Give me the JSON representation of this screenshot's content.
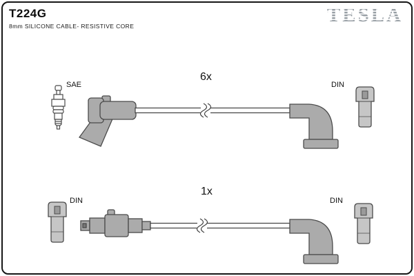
{
  "header": {
    "part_number": "T224G",
    "subtitle": "8mm SILICONE CABLE- RESISTIVE CORE",
    "brand_logo": "TESLA"
  },
  "diagram": {
    "rows": [
      {
        "quantity": "6x",
        "left_label": "SAE",
        "right_label": "DIN",
        "left_icon": "spark-plug-icon",
        "left_connector": "angled-boot-icon",
        "cable_break": "cable-break-icon",
        "right_connector": "angled-boot-icon",
        "right_icon": "din-connector-icon"
      },
      {
        "quantity": "1x",
        "left_label": "DIN",
        "right_label": "DIN",
        "left_icon": "din-connector-icon",
        "left_connector": "straight-boot-icon",
        "cable_break": "cable-break-icon",
        "right_connector": "angled-boot-icon",
        "right_icon": "din-connector-icon"
      }
    ]
  },
  "colors": {
    "connector_fill": "#ababab",
    "icon_fill": "#c6c6c6",
    "outline": "#4a4a4a",
    "logo_gray": "#989fa5",
    "border": "#161616",
    "background": "#ffffff"
  }
}
